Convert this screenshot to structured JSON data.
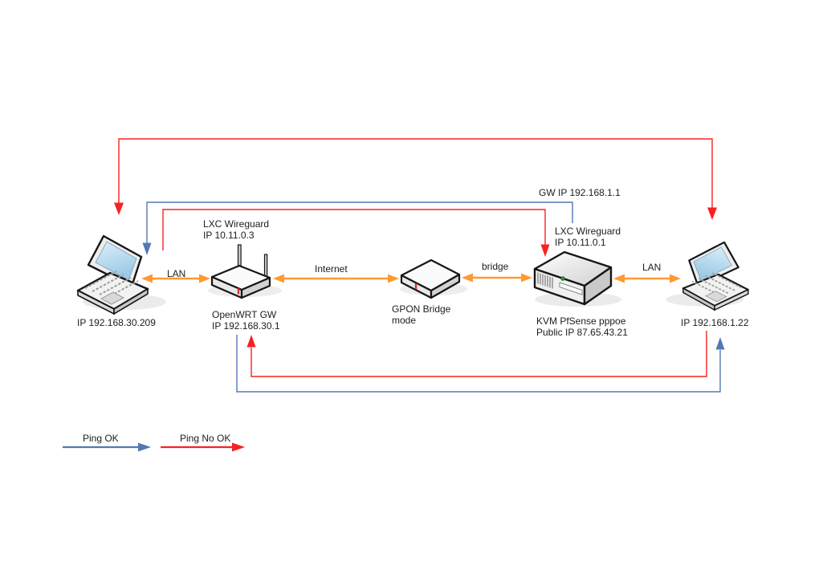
{
  "colors": {
    "background": "#ffffff",
    "ping_ok": "#5578b4",
    "ping_no_ok": "#f72222",
    "link": "#ff9933",
    "text": "#1d1d1d"
  },
  "legend": {
    "ping_ok_label": "Ping OK",
    "ping_no_ok_label": "Ping No OK"
  },
  "links": {
    "lan_left": "LAN",
    "internet": "Internet",
    "bridge": "bridge",
    "lan_right": "LAN"
  },
  "nodes": {
    "laptop_left": {
      "ip": "IP 192.168.30.209"
    },
    "openwrt_gw": {
      "wireguard_line1": "LXC Wireguard",
      "wireguard_line2": "IP 10.11.0.3",
      "name": "OpenWRT GW",
      "ip": "IP 192.168.30.1"
    },
    "gpon": {
      "name_line1": "GPON Bridge",
      "name_line2": "mode"
    },
    "pfsense": {
      "gw_ip": "GW IP 192.168.1.1",
      "wireguard_line1": "LXC Wireguard",
      "wireguard_line2": "IP 10.11.0.1",
      "name": "KVM PfSense pppoe",
      "public_ip": "Public IP 87.65.43.21"
    },
    "laptop_right": {
      "ip": "IP 192.168.1.22"
    }
  }
}
